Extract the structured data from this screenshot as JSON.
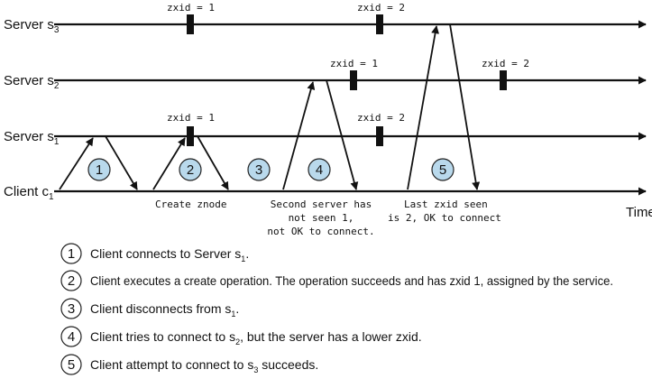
{
  "timeline": {
    "lanes": [
      {
        "id": "s3",
        "label": "Server s",
        "sub": "3"
      },
      {
        "id": "s2",
        "label": "Server s",
        "sub": "2"
      },
      {
        "id": "s1",
        "label": "Server s",
        "sub": "1"
      },
      {
        "id": "c1",
        "label": "Client c",
        "sub": "1"
      }
    ],
    "time_label": "Time",
    "zxid_labels": {
      "s3_a": "zxid = 1",
      "s3_b": "zxid = 2",
      "s2_a": "zxid = 1",
      "s2_b": "zxid = 2",
      "s1_a": "zxid = 1",
      "s1_b": "zxid = 2"
    },
    "steps": [
      "1",
      "2",
      "3",
      "4",
      "5"
    ],
    "annotations": {
      "create": [
        "Create znode"
      ],
      "second": [
        "Second server has",
        "not seen 1,",
        "not OK to connect."
      ],
      "last": [
        "Last zxid seen",
        "is 2, OK to connect"
      ]
    }
  },
  "legend": [
    {
      "num": "1",
      "parts": [
        {
          "t": "Client connects to Server s"
        },
        {
          "t": "1",
          "sub": true
        },
        {
          "t": "."
        }
      ]
    },
    {
      "num": "2",
      "parts": [
        {
          "t": "Client executes a create operation. The operation succeeds and has zxid 1, assigned by the service."
        }
      ]
    },
    {
      "num": "3",
      "parts": [
        {
          "t": "Client disconnects from s"
        },
        {
          "t": "1",
          "sub": true
        },
        {
          "t": "."
        }
      ]
    },
    {
      "num": "4",
      "parts": [
        {
          "t": "Client tries to connect to s"
        },
        {
          "t": "2",
          "sub": true
        },
        {
          "t": ", but the server has a lower zxid."
        }
      ]
    },
    {
      "num": "5",
      "parts": [
        {
          "t": "Client attempt to connect to s"
        },
        {
          "t": "3",
          "sub": true
        },
        {
          "t": " succeeds."
        }
      ]
    }
  ],
  "colors": {
    "line": "#111111",
    "step_fill": "#b9d9ec",
    "step_stroke": "#222222"
  }
}
